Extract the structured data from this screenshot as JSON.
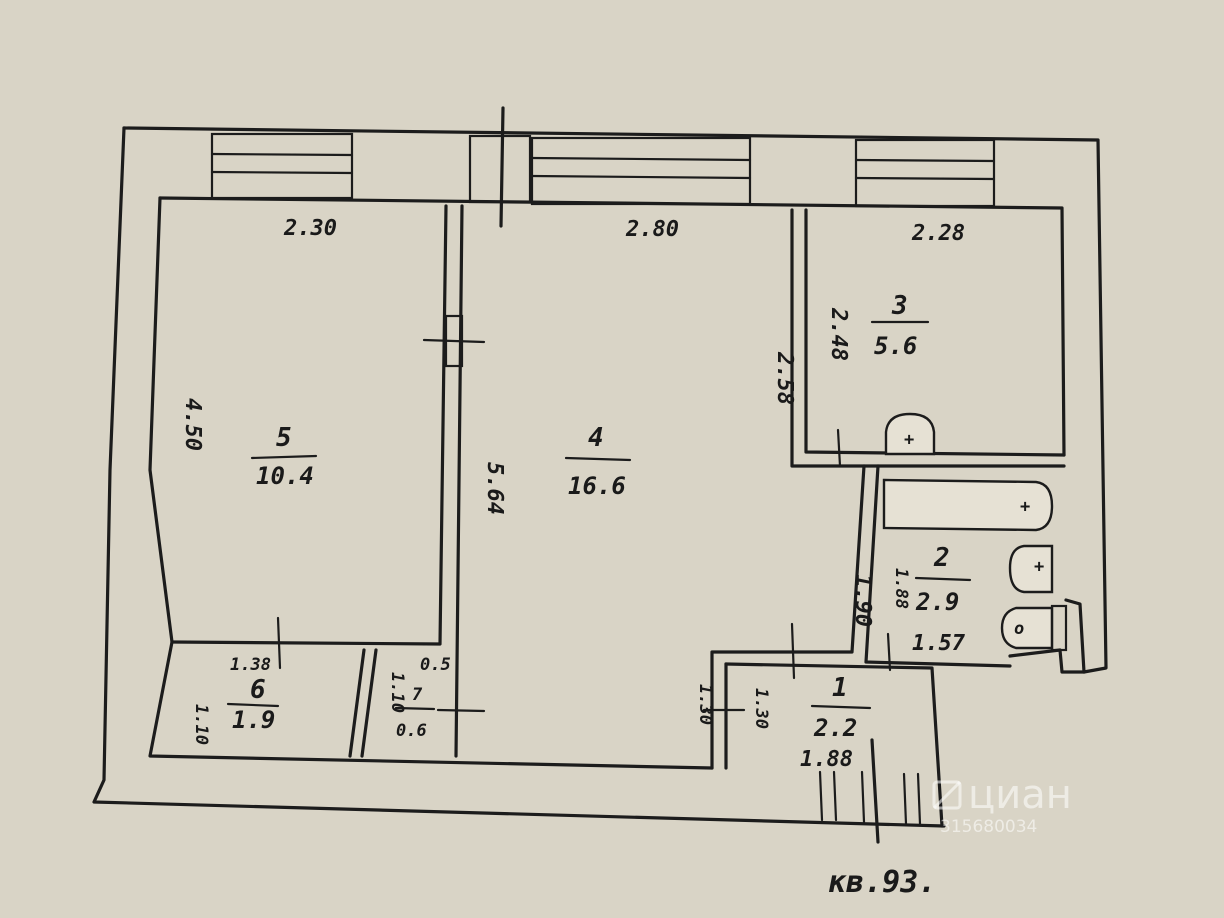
{
  "plan": {
    "rooms": [
      {
        "id": "5",
        "number": "5",
        "area": "10.4"
      },
      {
        "id": "4",
        "number": "4",
        "area": "16.6"
      },
      {
        "id": "3",
        "number": "3",
        "area": "5.6"
      },
      {
        "id": "2",
        "number": "2",
        "area": "2.9"
      },
      {
        "id": "1",
        "number": "1",
        "area": "2.2"
      },
      {
        "id": "6",
        "number": "6",
        "area": "1.9"
      },
      {
        "id": "7",
        "number": "7",
        "area": "0.6"
      }
    ],
    "dimensions": {
      "room5_width": "2.30",
      "room4_width": "2.80",
      "room3_width": "2.28",
      "room5_height": "4.50",
      "room4_height": "5.64",
      "room4_right": "2.58",
      "room3_height": "2.48",
      "room2_height_outer": "1.90",
      "room2_height_inner": "1.88",
      "room2_width": "1.57",
      "room6_width": "1.38",
      "room6_height": "1.10",
      "room7_width": "0.5",
      "room7_height": "1.10",
      "room1_left_outer": "1.30",
      "room1_left_inner": "1.30",
      "room1_width": "1.88"
    },
    "fixture_marks": {
      "radiator": "+",
      "bath": "+",
      "sink": "+",
      "toilet": "o"
    },
    "apartment_label": "кв.93."
  },
  "watermark": {
    "brand": "циан",
    "id": "315680034"
  },
  "colors": {
    "paper": "#d9d4c6",
    "ink": "#1c1c1c"
  }
}
